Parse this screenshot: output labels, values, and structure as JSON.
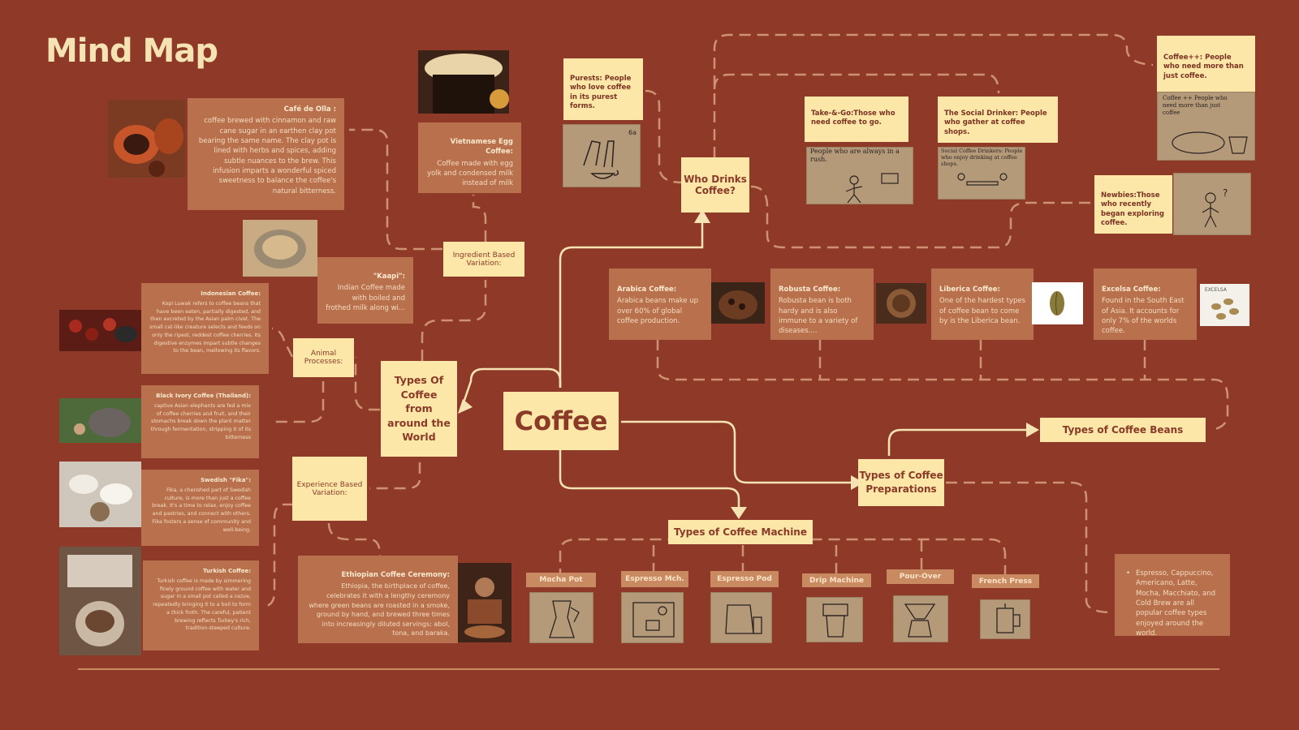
{
  "title": "Mind Map",
  "center": "Coffee",
  "hubs": {
    "world": "Types Of Coffee from around the World",
    "who": "Who Drinks Coffee?",
    "beans": "Types of Coffee Beans",
    "preparations": "Types of Coffee Preparations",
    "machine": "Types of Coffee Machine"
  },
  "variation_labels": {
    "ingredient": "Ingredient Based Variation:",
    "animal": "Animal Processes:",
    "experience": "Experience Based Variation:"
  },
  "world_cards": {
    "cafe_de_olla": {
      "title": "Café de Olla :",
      "text": "coffee brewed with cinnamon and raw cane sugar in an earthen clay pot bearing the same name. The clay pot is lined with herbs and spices, adding subtle nuances to the brew. This infusion imparts a wonderful spiced sweetness to balance the coffee's natural bitterness."
    },
    "vietnamese": {
      "title": "Vietnamese Egg Coffee:",
      "text": "Coffee made with egg yolk and condensed milk instead of milk"
    },
    "kaapi": {
      "title": "\"Kaapi\":",
      "text": "Indian Coffee made with boiled and frothed milk along wi..."
    },
    "indonesian": {
      "title": "Indonesian Coffee:",
      "text": "Kopi Luwak refers to coffee beans that have been eaten, partially digested, and then excreted by the Asian palm civet. The small cat-like creature selects and feeds on only the ripest, reddest coffee cherries. Its digestive enzymes impart subtle changes to the bean, mellowing its flavors."
    },
    "black_ivory": {
      "title": "Black Ivory Coffee (Thailand):",
      "text": "captive Asian elephants are fed a mix of coffee cherries and fruit, and their stomachs break down the plant matter through fermentation, stripping it of its bitterness"
    },
    "fika": {
      "title": "Swedish \"Fika\":",
      "text": "Fika, a cherished part of Swedish culture, is more than just a coffee break. It's a time to relax, enjoy coffee and pastries, and connect with others. Fika fosters a sense of community and well-being."
    },
    "turkish": {
      "title": "Turkish Coffee:",
      "text": "Turkish coffee is made by simmering finely ground coffee with water and sugar in a small pot called a cezve, repeatedly bringing it to a boil to form a thick froth. The careful, patient brewing reflects Turkey's rich, tradition-steeped culture."
    },
    "ethiopian": {
      "title": "Ethiopian Coffee Ceremony:",
      "text": "Ethiopia, the birthplace of coffee, celebrates it with a lengthy ceremony where green beans are roasted in a smoke, ground by hand, and brewed three times into increasingly diluted servings: abol, tona, and baraka."
    }
  },
  "drinkers": {
    "purests": "Purests: People who love coffee in its purest forms.",
    "takego": "Take-&-Go:Those who need coffee to go.",
    "social": "The Social Drinker: People who gather at coffee shops.",
    "coffeepp": "Coffee++: People who need more than just coffee.",
    "newbies": "Newbies:Those who recently began exploring coffee."
  },
  "sketch_text": {
    "purests_tag": "6a",
    "takego": "People who are always in a rush.",
    "social": "Social Coffee Drinkers: People who enjoy drinking at coffee shops.",
    "coffeepp": "Coffee ++ People who need more than just coffee",
    "newbies": "?"
  },
  "beans": {
    "arabica": {
      "title": "Arabica Coffee:",
      "text": "Arabica beans make up over 60% of global coffee production."
    },
    "robusta": {
      "title": "Robusta Coffee:",
      "text": "Robusta bean is both hardy and is also immune to a variety of diseases...."
    },
    "liberica": {
      "title": "Liberica Coffee:",
      "text": "One of the hardest types of coffee bean to come by is the Liberica bean."
    },
    "excelsa": {
      "title": "Excelsa Coffee:",
      "text": "Found in the South East of Asia. It accounts for only 7% of the worlds coffee."
    },
    "excelsa_photo_label": "EXCELSA"
  },
  "preparations_list": "Espresso, Cappuccino, Americano, Latte, Mocha, Macchiato, and Cold Brew are all popular coffee types enjoyed around the world.",
  "machines": [
    "Mocha Pot",
    "Espresso Mch.",
    "Espresso Pod",
    "Drip Machine",
    "Pour-Over",
    "French Press"
  ],
  "colors": {
    "background": "#8f3a28",
    "hub": "#fce7a8",
    "card": "#b9714d",
    "line": "#f6e3b4"
  }
}
